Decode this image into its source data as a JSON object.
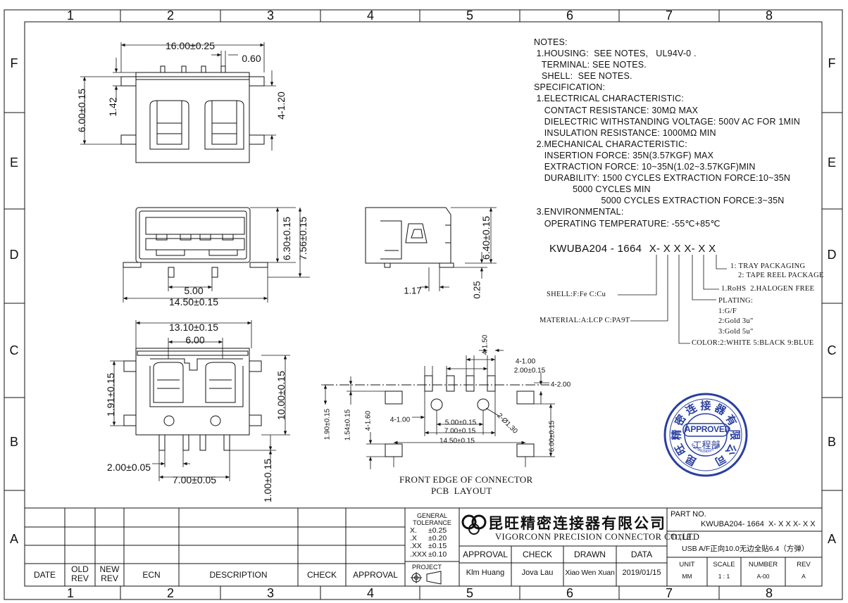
{
  "grid": {
    "columns": [
      "1",
      "2",
      "3",
      "4",
      "5",
      "6",
      "7",
      "8"
    ],
    "rows": [
      "F",
      "E",
      "D",
      "C",
      "B",
      "A"
    ]
  },
  "notes": {
    "lines": [
      "NOTES:",
      " 1.HOUSING:  SEE NOTES,   UL94V-0 .",
      "   TERMINAL: SEE NOTES.",
      "   SHELL:  SEE NOTES.",
      "SPECIFICATION:",
      " 1.ELECTRICAL CHARACTERISTIC:",
      "    CONTACT RESISTANCE: 30MΩ MAX",
      "    DIELECTRIC WITHSTANDING VOLTAGE: 500V AC FOR 1MIN",
      "    INSULATION RESISTANCE: 1000MΩ MIN",
      " 2.MECHANICAL CHARACTERISTIC:",
      "    INSERTION FORCE: 35N(3.57KGF) MAX",
      "    EXTRACTION FORCE: 10~35N(1.02~3.57KGF)MIN",
      "    DURABILITY: 1500 CYCLES EXTRACTION FORCE:10~35N",
      "               5000 CYCLES MIN",
      "                          5000 CYCLES EXTRACTION FORCE:3~35N",
      " 3.ENVIRONMENTAL:",
      "    OPERATING TEMPERATURE: -55℃+85℃"
    ]
  },
  "part_code": {
    "base": "KWUBA204 - 1664",
    "suffix": "X- X X X- X X",
    "packaging": [
      "1: TRAY PACKAGING",
      "2: TAPE REEL PACKAGE"
    ],
    "rohs": "1.RoHS  2.HALOGEN FREE",
    "plating": [
      "PLATING:",
      "1:G/F",
      "2:Gold 3u\"",
      "3:Gold 5u\""
    ],
    "color": "COLOR:2:WHITE 5:BLACK 9:BLUE",
    "material": "MATERIAL:A:LCP C:PA9T",
    "shell": "SHELL:F:Fe C:Cu"
  },
  "dimensions": {
    "top_width": "16.00±0.25",
    "top_pin": "0.60",
    "top_height": "6.00±0.15",
    "top_142": "1.42",
    "top_4x120": "4-1.20",
    "front_630": "6.30±0.15",
    "front_756": "7.56±0.15",
    "front_500": "5.00",
    "front_1450": "14.50±0.15",
    "side_640": "6.40±0.15",
    "side_117": "1.17",
    "side_025": "0.25",
    "bot_1310": "13.10±0.15",
    "bot_600": "6.00",
    "bot_191": "1.91±0.15",
    "bot_1000": "10.00±0.15",
    "bot_200": "2.00±0.05",
    "bot_700": "7.00±0.05",
    "bot_100": "1.00±0.15",
    "pcb_150": "4-1.50",
    "pcb_4100a": "4-1.00",
    "pcb_200": "2.00±0.15",
    "pcb_4200": "4-2.00",
    "pcb_190": "1.90±0.15",
    "pcb_154": "1.54±0.15",
    "pcb_4160": "4-1.60",
    "pcb_4100b": "4-1.00",
    "pcb_500": "5.00±0.15",
    "pcb_700": "7.00±0.15",
    "pcb_1450": "14.50±0.15",
    "pcb_hole": "2-Ø1.30",
    "pcb_600": "6.00±0.15",
    "pcb_caption_1": "FRONT EDGE OF CONNECTOR",
    "pcb_caption_2": "PCB  LAYOUT"
  },
  "stamp": {
    "ring_text": "昆旺精密连接器有限公司",
    "small_text": "WWW.VIGORCONN.COM",
    "approved": "APPROVED",
    "dept": "工程部",
    "color": "#2a3fa0"
  },
  "title_block": {
    "revision_headers": [
      "DATE",
      "OLD REV",
      "NEW REV",
      "ECN",
      "DESCRIPTION",
      "CHECK",
      "APPROVAL"
    ],
    "tolerance_title": "GENERAL TOLERANCE",
    "tolerances": [
      {
        "k": "X.",
        "v": "±0.25"
      },
      {
        "k": ".X",
        "v": "±0.20"
      },
      {
        "k": ".XX",
        "v": "±0.15"
      },
      {
        "k": ".XXX",
        "v": "±0.10"
      }
    ],
    "projection": "PROJECT",
    "company_cn": "昆旺精密连接器有限公司",
    "company_en": "VIGORCONN PRECISION CONNECTOR CO.,LTD",
    "sign_headers": [
      "APPROVAL",
      "CHECK",
      "DRAWN",
      "DATA"
    ],
    "sign_values": [
      "Klm Huang",
      "Jova Lau",
      "Xiao Wen Xuan",
      "2019/01/15"
    ],
    "part_no_label": "PART NO.",
    "part_no": "KWUBA204- 1664  X- X X X- X X",
    "title_label": "TITLE.",
    "title": "USB A/F正向10.0无边全贴6.4（方弹）",
    "meta_headers": [
      "UNIT",
      "SCALE",
      "NUMBER",
      "REV"
    ],
    "meta_values": [
      "MM",
      "1 : 1",
      "A-00",
      "A"
    ]
  }
}
